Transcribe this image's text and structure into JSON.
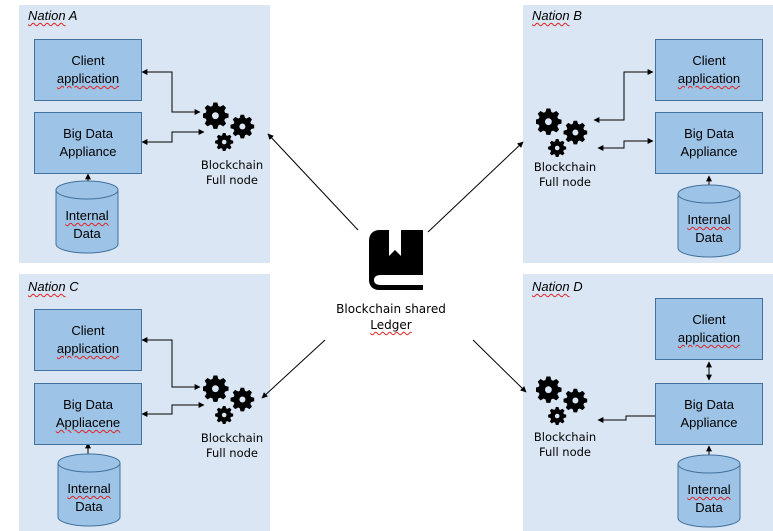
{
  "ledger": {
    "line1": "Blockchain shared",
    "line2": "Ledger",
    "icon": "ledger-book-icon"
  },
  "nations": {
    "a": {
      "prefix": "Nation",
      "letter": "A",
      "client_line1": "Client",
      "client_line2": "application",
      "bigdata_line1": "Big Data",
      "bigdata_line2": "Appliance",
      "data_line1": "Internal",
      "data_line2": "Data",
      "node_line1": "Blockchain",
      "node_line2": "Full node"
    },
    "b": {
      "prefix": "Nation",
      "letter": "B",
      "client_line1": "Client",
      "client_line2": "application",
      "bigdata_line1": "Big Data",
      "bigdata_line2": "Appliance",
      "data_line1": "Internal",
      "data_line2": "Data",
      "node_line1": "Blockchain",
      "node_line2": "Full node"
    },
    "c": {
      "prefix": "Nation",
      "letter": "C",
      "client_line1": "Client",
      "client_line2": "application",
      "bigdata_line1": "Big Data",
      "bigdata_line2": "Appliacene",
      "data_line1": "Internal",
      "data_line2": "Data",
      "node_line1": "Blockchain",
      "node_line2": "Full node"
    },
    "d": {
      "prefix": "Nation",
      "letter": "D",
      "client_line1": "Client",
      "client_line2": "application",
      "bigdata_line1": "Big Data",
      "bigdata_line2": "Appliance",
      "data_line1": "Internal",
      "data_line2": "Data",
      "node_line1": "Blockchain",
      "node_line2": "Full node"
    }
  },
  "icons": {
    "node": "gears-icon",
    "store": "database-cylinder-icon"
  },
  "colors": {
    "panel": "#dbe6f4",
    "box_fill": "#9dc3e6",
    "box_border": "#41719c",
    "ink": "#000000",
    "spellcheck": "#dd2222"
  }
}
